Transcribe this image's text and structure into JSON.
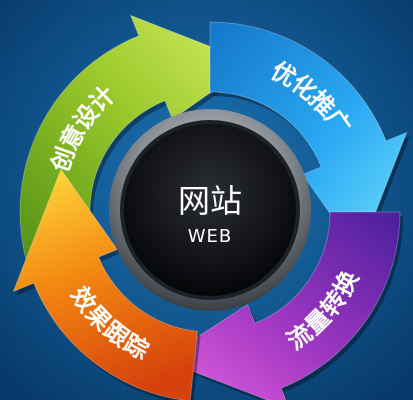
{
  "center": {
    "title": "网站",
    "subtitle": "WEB"
  },
  "segments": [
    {
      "label": "创意设计",
      "color": "#9bc92c"
    },
    {
      "label": "优化推广",
      "color": "#22a6f0"
    },
    {
      "label": "流量转换",
      "color": "#b43ec9"
    },
    {
      "label": "效果跟踪",
      "color": "#f5820f"
    }
  ],
  "colors": {
    "background": "#0c4f86",
    "hub": "#0b0c0f",
    "hub_ring": "#7f858c"
  }
}
